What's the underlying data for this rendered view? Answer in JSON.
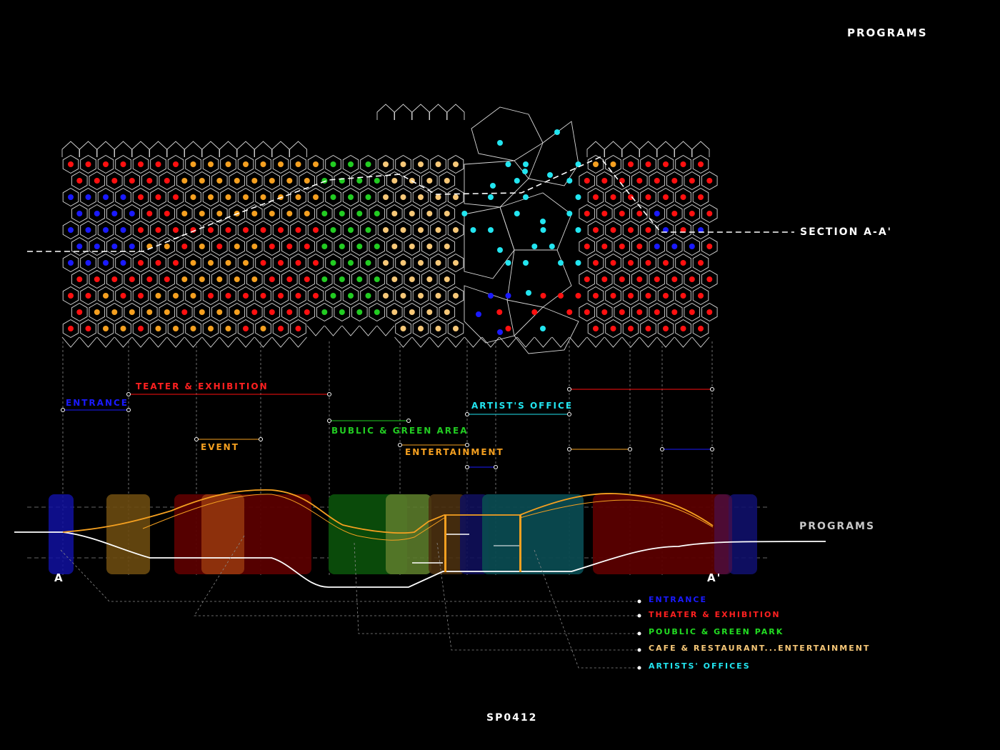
{
  "header": {
    "title": "PROGRAMS"
  },
  "section": {
    "label": "SECTION A-A'"
  },
  "section_programs_label": "PROGRAMS",
  "markers": {
    "start": "A",
    "end": "A'"
  },
  "footer": {
    "code": "SP0412"
  },
  "colors": {
    "entrance": "#1a1aff",
    "theater": "#ff1010",
    "park": "#22cc22",
    "cafe": "#f5a020",
    "cafe_light": "#f7c878",
    "offices": "#22e5f0",
    "line": "#ffffff"
  },
  "program_labels": [
    {
      "id": "entrance",
      "text": "ENTRANCE",
      "color": "#1a1aff"
    },
    {
      "id": "theater",
      "text": "TEATER & EXHIBITION",
      "color": "#ff2020"
    },
    {
      "id": "event",
      "text": "EVENT",
      "color": "#f5a020"
    },
    {
      "id": "public",
      "text": "BUBLIC & GREEN AREA",
      "color": "#22cc22"
    },
    {
      "id": "artist",
      "text": "ARTIST'S OFFICE",
      "color": "#22e5f0"
    },
    {
      "id": "entertainment",
      "text": "ENTERTAINMENT",
      "color": "#f5a020"
    }
  ],
  "legend": [
    {
      "text": "ENTRANCE",
      "color": "#1a1aff"
    },
    {
      "text": "THEATER & EXHIBITION",
      "color": "#ff2020"
    },
    {
      "text": "POUBLIC & GREEN PARK",
      "color": "#22dd22"
    },
    {
      "text": "CAFE & RESTAURANT...ENTERTAINMENT",
      "color": "#f7c878"
    },
    {
      "text": "ARTISTS' OFFICES",
      "color": "#22e5f0"
    }
  ]
}
